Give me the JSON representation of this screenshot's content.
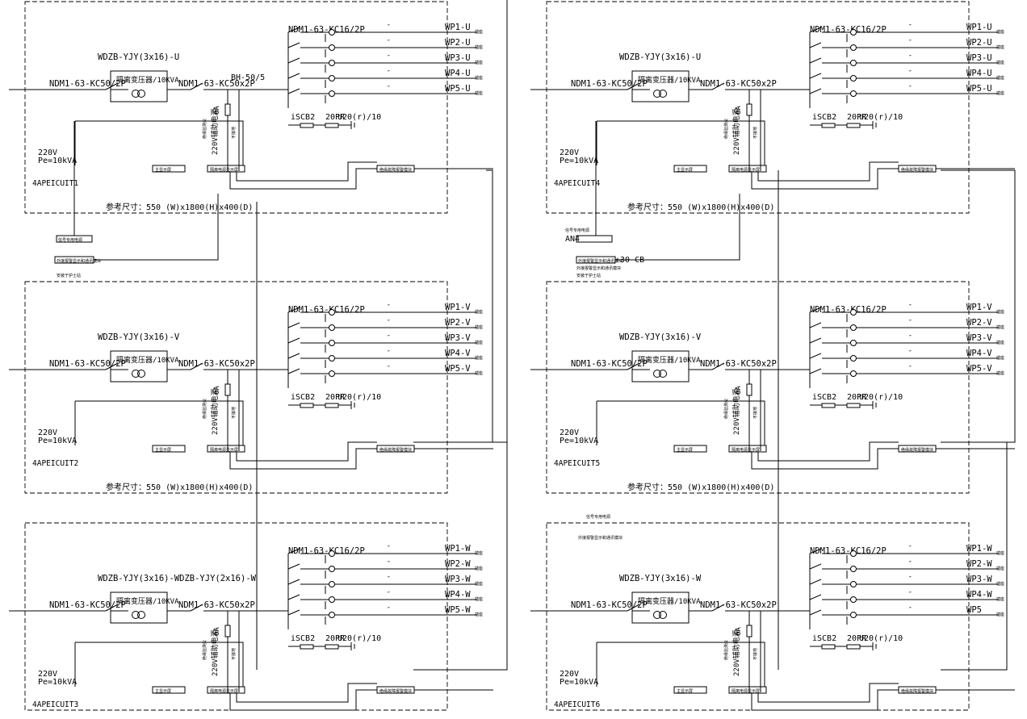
{
  "common": {
    "incoming_breaker": "NDM1-63-KC50/2P",
    "outgoing_breaker": "NDM1-63-KC50x2P",
    "branch_breaker": "NDM1-63-KC16/2P",
    "transformer_label": "隔离变压器/10KVA",
    "fuse_rating": "6A",
    "voltage": "220V",
    "power": "Pe=10kVA",
    "enclosure_size": "参考尺寸：550 (W)x1800(H)x400(D)",
    "spd": "iSCB2",
    "pe_label": "20PR",
    "surge_module": "U20(r)/10",
    "monitor_220v": "220V辅助电源",
    "insulation_monitor": "绝缘监测仪",
    "ungrounded_label": "不接地",
    "main_display": "主显示屏",
    "isolation_panel": "隔离电源显示屏",
    "alarm_module": "绝缘故障报警模块",
    "branch_mark": "U",
    "outlet_note": "插座"
  },
  "panels": [
    {
      "name": "4APEICUIT1",
      "cable": "WDZB-YJY(3x16)-U",
      "phase": "U",
      "outputs": [
        "WP1-U",
        "WP2-U",
        "WP3-U",
        "WP4-U",
        "WP5-U"
      ],
      "extra_label": "BH-50/5"
    },
    {
      "name": "4APEICUIT2",
      "cable": "WDZB-YJY(3x16)-V",
      "phase": "V",
      "outputs": [
        "WP1-V",
        "WP2-V",
        "WP3-V",
        "WP4-V",
        "WP5-V"
      ],
      "extra_label": ""
    },
    {
      "name": "4APEICUIT3",
      "cable": "WDZB-YJY(3x16)-WDZB-YJY(2x16)-W",
      "phase": "W",
      "outputs": [
        "WP1-W",
        "WP2-W",
        "WP3-W",
        "WP4-W",
        "WP5-W"
      ],
      "extra_label": ""
    },
    {
      "name": "4APEICUIT4",
      "cable": "WDZB-YJY(3x16)-U",
      "phase": "U",
      "outputs": [
        "WP1-U",
        "WP2-U",
        "WP3-U",
        "WP4-U",
        "WP5-U"
      ],
      "extra_label": ""
    },
    {
      "name": "4APEICUIT5",
      "cable": "WDZB-YJY(3x16)-V",
      "phase": "V",
      "outputs": [
        "WP1-V",
        "WP2-V",
        "WP3-V",
        "WP4-V",
        "WP5-V"
      ],
      "extra_label": ""
    },
    {
      "name": "4APEICUIT6",
      "cable": "WDZB-YJY(3x16)-W",
      "phase": "W",
      "outputs": [
        "WP1-W",
        "WP2-W",
        "WP3-W",
        "WP4-W",
        "WP5"
      ],
      "extra_label": ""
    }
  ],
  "left_column_devices": {
    "device_a": "信号专用电源",
    "device_b": "外接报警显示和通讯模块",
    "note": "安装于护士站"
  },
  "right_column_devices": {
    "device_a_prefix": "信号专用电源",
    "an_label": "AN4",
    "device_b": "外接报警显示和通讯模块",
    "cb_label": "+30 CB",
    "note": "安装于护士站",
    "top_note_a": "信号专用电源",
    "top_note_b": "外接报警显示和通讯模块"
  }
}
